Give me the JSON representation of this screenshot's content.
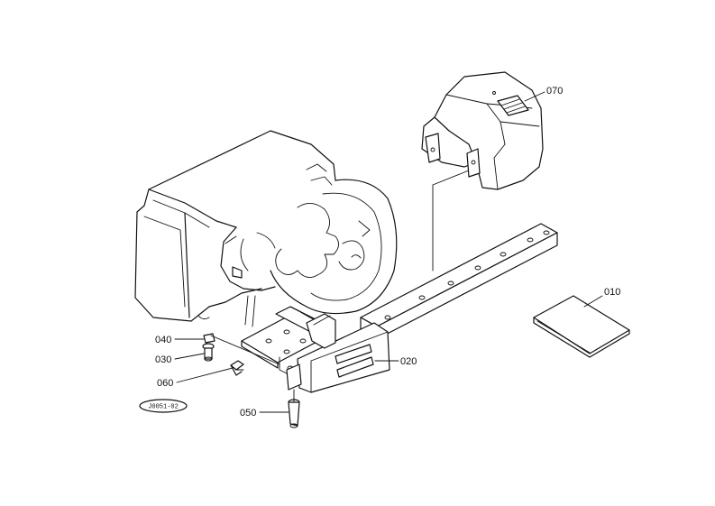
{
  "callouts": {
    "p010": "010",
    "p020": "020",
    "p030": "030",
    "p040": "040",
    "p050": "050",
    "p060": "060",
    "p070": "070"
  },
  "figure_id": "J0051-02"
}
